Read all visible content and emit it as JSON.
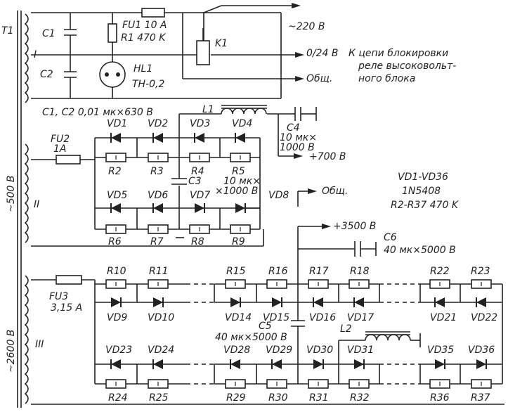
{
  "labels": {
    "t1": "T1",
    "winding_i": "I",
    "c1": "C1",
    "c2": "C2",
    "fu1": "FU1 10 A",
    "r1": "R1 470 K",
    "hl1": "HL1",
    "hl1_type": "TH-0,2",
    "k1": "K1",
    "out_220": "~220 B",
    "out_024": "0/24 B",
    "out_common_i": "Общ.",
    "note_line1": "К цепи блокировки",
    "note_line2": "реле высоковольт-",
    "note_line3": "ного блока",
    "c1c2": "C1, C2  0,01 мк×630 В",
    "l1": "L1",
    "c4": "C4",
    "c4_val1": "10 мк×",
    "c4_val2": "1000 В",
    "out_700": "+700 В",
    "fu2": "FU2",
    "fu2_val": "1A",
    "winding_ii": "II",
    "v500": "~500 В",
    "vd1": "VD1",
    "vd2": "VD2",
    "vd3": "VD3",
    "vd4": "VD4",
    "r2": "R2",
    "r3": "R3",
    "r4": "R4",
    "r5": "R5",
    "c3": "C3",
    "c3_val1": "10 мк×",
    "c3_val2": "×1000 В",
    "vd5": "VD5",
    "vd6": "VD6",
    "vd7": "VD7",
    "vd8": "VD8",
    "r6": "R6",
    "r7": "R7",
    "r8": "R8",
    "r9": "R9",
    "out_common_ii": "Общ.",
    "diode_range": "VD1-VD36",
    "diode_type": "1N5408",
    "resistor_spec": "R2-R37  470 K",
    "out_3500": "+3500 В",
    "c6": "C6",
    "c6_val": "40 мк×5000 В",
    "r10": "R10",
    "r11": "R11",
    "r15": "R15",
    "r16": "R16",
    "r17": "R17",
    "r18": "R18",
    "r22": "R22",
    "r23": "R23",
    "fu3": "FU3",
    "fu3_val": "3,15 A",
    "vd9": "VD9",
    "vd10": "VD10",
    "vd14": "VD14",
    "vd15": "VD15",
    "vd16": "VD16",
    "vd17": "VD17",
    "vd21": "VD21",
    "vd22": "VD22",
    "c5": "C5",
    "c5_val": "40 мк×5000 В",
    "l2": "L2",
    "winding_iii": "III",
    "v2600": "~2600 В",
    "vd23": "VD23",
    "vd24": "VD24",
    "vd28": "VD28",
    "vd29": "VD29",
    "vd30": "VD30",
    "vd31": "VD31",
    "vd35": "VD35",
    "vd36": "VD36",
    "r24": "R24",
    "r25": "R25",
    "r29": "R29",
    "r30": "R30",
    "r31": "R31",
    "r32": "R32",
    "r36": "R36",
    "r37": "R37"
  }
}
